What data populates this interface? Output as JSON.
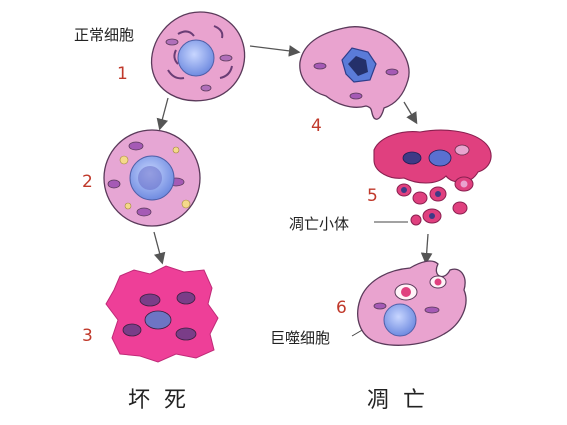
{
  "labels": {
    "normal_cell": "正常细胞",
    "apoptotic_body": "凋亡小体",
    "macrophage": "巨噬细胞",
    "necrosis": "坏死",
    "apoptosis": "凋亡"
  },
  "steps": [
    "1",
    "2",
    "3",
    "4",
    "5",
    "6"
  ],
  "colors": {
    "cell_fill": "#e9a3cf",
    "cell_stroke": "#5a3a5a",
    "nucleus": "#8ea6e8",
    "necrotic": "#ee3f98",
    "apoptotic": "#e0407f",
    "step_number": "#c0392b",
    "arrow": "#555555"
  }
}
